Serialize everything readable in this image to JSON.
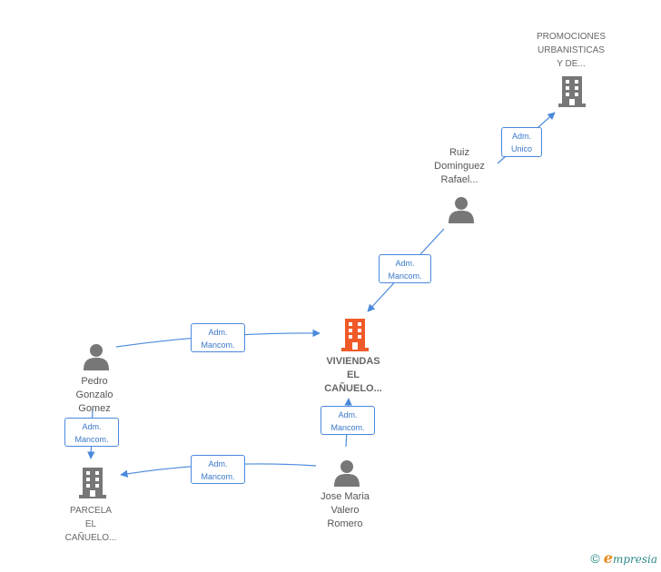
{
  "nodes": {
    "promociones": {
      "label": [
        "PROMOCIONES",
        "URBANISTICAS",
        "Y DE..."
      ],
      "type": "company"
    },
    "ruiz": {
      "label": [
        "Ruiz",
        "Dominguez",
        "Rafael..."
      ],
      "type": "person"
    },
    "viviendas": {
      "label": [
        "VIVIENDAS",
        "EL",
        "CAÑUELO..."
      ],
      "type": "company-main"
    },
    "pedro": {
      "label": [
        "Pedro",
        "Gonzalo",
        "Gomez"
      ],
      "type": "person"
    },
    "parcela": {
      "label": [
        "PARCELA",
        "EL",
        "CAÑUELO..."
      ],
      "type": "company"
    },
    "jose": {
      "label": [
        "Jose Maria",
        "Valero",
        "Romero"
      ],
      "type": "person"
    }
  },
  "edges": {
    "ruiz_promociones": {
      "line1": "Adm.",
      "line2": "Unico"
    },
    "ruiz_viviendas": {
      "line1": "Adm.",
      "line2": "Mancom."
    },
    "pedro_viviendas": {
      "line1": "Adm.",
      "line2": "Mancom."
    },
    "pedro_parcela": {
      "line1": "Adm.",
      "line2": "Mancom."
    },
    "jose_parcela": {
      "line1": "Adm.",
      "line2": "Mancom."
    },
    "jose_viviendas": {
      "line1": "Adm.",
      "line2": "Mancom."
    }
  },
  "colors": {
    "edge": "#4a89dc",
    "node": "#777777",
    "main_node": "#f05a28"
  },
  "footer": {
    "copyright": "©",
    "brand_initial": "e",
    "brand_rest": "mpresia"
  }
}
